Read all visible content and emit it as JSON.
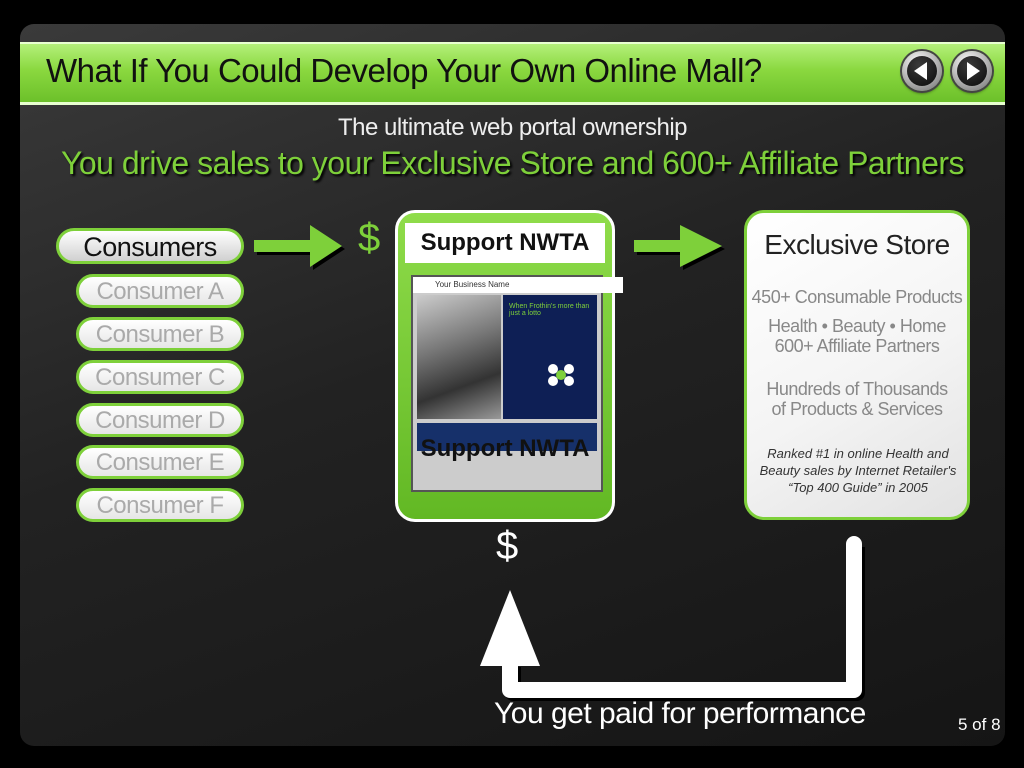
{
  "header": {
    "title": "What If You Could Develop Your Own Online Mall?"
  },
  "nav": {
    "prev_icon": "chevron-left-icon",
    "next_icon": "chevron-right-icon"
  },
  "subtitle": "The ultimate web portal ownership",
  "headline": "You drive sales to your Exclusive Store and 600+ Affiliate Partners",
  "consumers": {
    "main": "Consumers",
    "items": [
      "Consumer A",
      "Consumer B",
      "Consumer C",
      "Consumer D",
      "Consumer E",
      "Consumer F"
    ]
  },
  "symbols": {
    "dollar": "$"
  },
  "center_box": {
    "top_label": "Support NWTA",
    "bottom_label": "Support NWTA",
    "preview_header": "Your Business Name",
    "preview_text": "When Frothin's more than just a lotto"
  },
  "store": {
    "title": "Exclusive Store",
    "line1": "450+ Consumable Products",
    "line2": "Health • Beauty • Home",
    "line3": "600+ Affiliate Partners",
    "line4": "Hundreds of Thousands",
    "line5": "of Products & Services",
    "note": "Ranked #1 in online Health and Beauty sales by Internet Retailer's “Top 400 Guide” in 2005"
  },
  "footer": {
    "message": "You get paid for performance",
    "page": "5 of 8"
  },
  "colors": {
    "accent": "#7ed03a",
    "background": "#1e1e1e",
    "header_green": "#8ad83f"
  }
}
